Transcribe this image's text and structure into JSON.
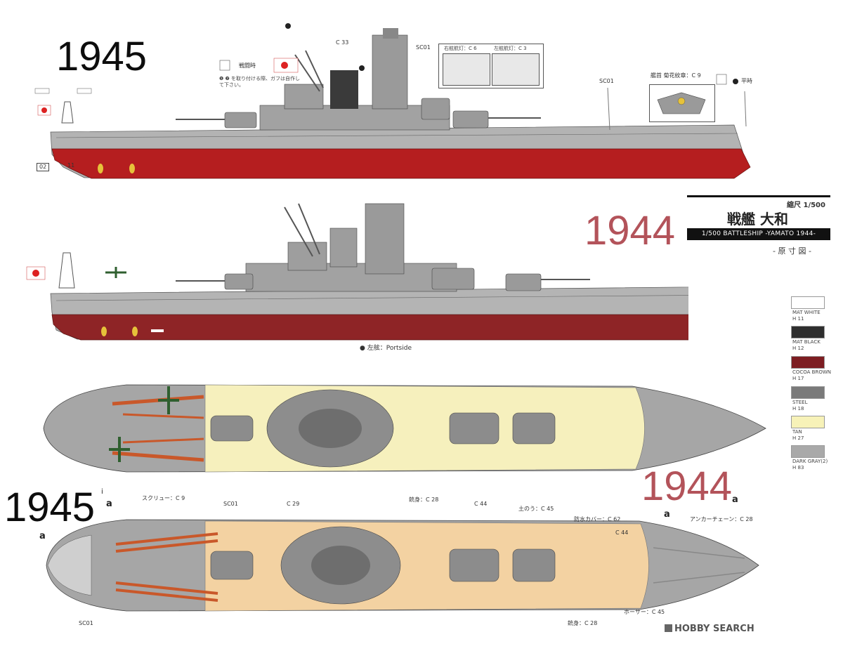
{
  "years": {
    "top_left": "1945",
    "middle_right": "1944",
    "plan_right": "1944",
    "plan_left": "1945"
  },
  "title_block": {
    "scale": "縮尺 1/500",
    "name_kanji": "戦艦 大和",
    "subtitle": "1/500 BATTLESHIP -YAMATO 1944-",
    "section": "- 原 寸 図 -"
  },
  "callouts": {
    "c33": "C 33",
    "sc01_top": "SC01",
    "sc01_right": "SC01",
    "starboard_flag": "右舷航灯：C 6",
    "port_flag": "左舷航灯：C 3",
    "chrysanthemum": "艦首 菊花紋章：C 9",
    "peace_time": "平時",
    "war_time": "戦闘時",
    "note": "❶ ❼ を取り付ける際、ガフは自作して下さい。",
    "portside": "● 左舷：Portside",
    "screw": "スクリュー：C 9",
    "c29": "C 29",
    "sc01_plan": "SC01",
    "barrel_top": "銃身：C 28",
    "c44_top": "C 44",
    "sandbag": "土のう：C 45",
    "waterproof_cover": "防水カバー：C 62",
    "c44_right": "C 44",
    "anchor_chain": "アンカーチェーン：C 28",
    "hawser": "ホーサー：C 45",
    "barrel_bottom": "銃身：C 28",
    "sc01_bottom": "SC01",
    "label_a1": "a",
    "label_a2": "a",
    "label_a3": "a",
    "label_a4": "a",
    "label_i": "i",
    "marker_02": "02",
    "marker_11": "11"
  },
  "color_chips": [
    {
      "name": "MAT WHITE",
      "code": "H 11",
      "hex": "#ffffff"
    },
    {
      "name": "MAT BLACK",
      "code": "H 12",
      "hex": "#2e2e2e"
    },
    {
      "name": "COCOA BROWN",
      "code": "H 17",
      "hex": "#7d1d22"
    },
    {
      "name": "STEEL",
      "code": "H 18",
      "hex": "#7a7a7a"
    },
    {
      "name": "TAN",
      "code": "H 27",
      "hex": "#f7f2b8"
    },
    {
      "name": "DARK GRAY(2)",
      "code": "H 83",
      "hex": "#a9a9a9"
    }
  ],
  "colors": {
    "hull_red": "#b51e1f",
    "hull_red_dark": "#8e2426",
    "ship_gray": "#a6a6a6",
    "deck_tan": "#f6f0bd",
    "deck_orange": "#f3d2a2",
    "stripe_orange": "#c9582a"
  },
  "watermark": "HOBBY SEARCH"
}
